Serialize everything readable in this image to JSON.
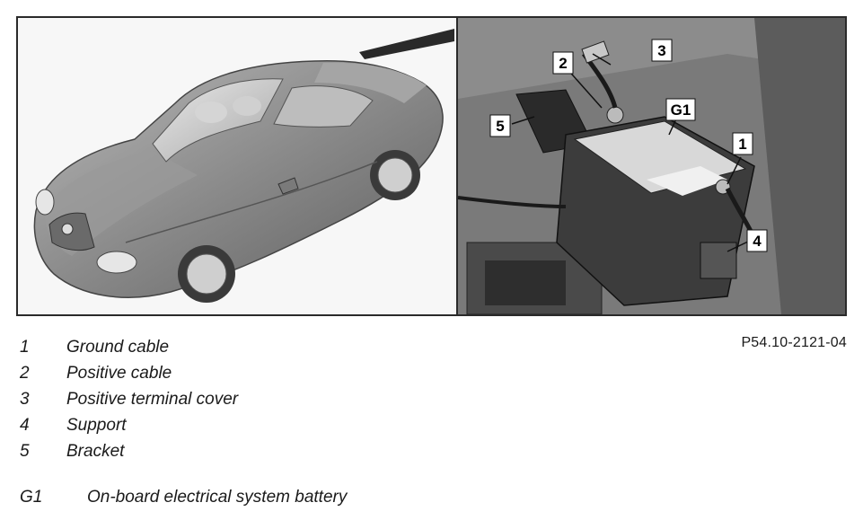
{
  "figure_id": "P54.10-2121-04",
  "legend": [
    {
      "num": "1",
      "text": "Ground cable"
    },
    {
      "num": "2",
      "text": "Positive cable"
    },
    {
      "num": "3",
      "text": "Positive terminal cover"
    },
    {
      "num": "4",
      "text": "Support"
    },
    {
      "num": "5",
      "text": "Bracket"
    }
  ],
  "component": {
    "num": "G1",
    "text": "On-board electrical system battery"
  },
  "callouts": [
    "1",
    "2",
    "3",
    "4",
    "5",
    "G1"
  ]
}
